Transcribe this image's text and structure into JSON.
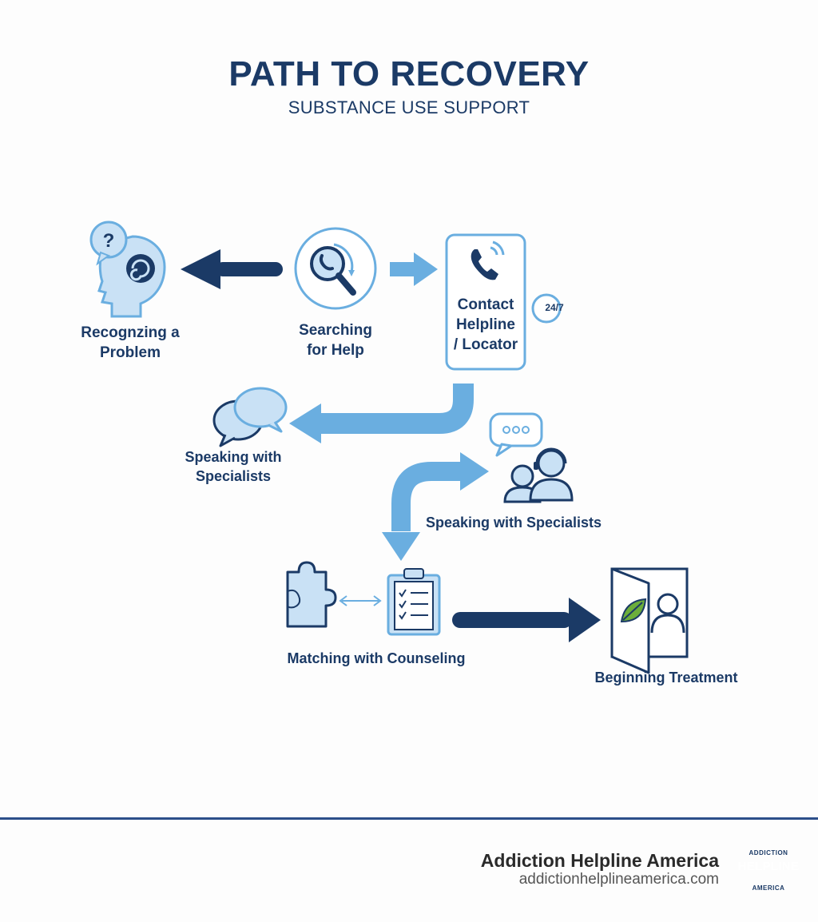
{
  "header": {
    "title": "PATH TO RECOVERY",
    "subtitle": "SUBSTANCE USE SUPPORT"
  },
  "steps": [
    {
      "id": "recognizing",
      "label_line1": "Recognzing a",
      "label_line2": "Problem",
      "icon": "head-question-icon"
    },
    {
      "id": "searching",
      "label_line1": "Searching",
      "label_line2": "for Help",
      "icon": "magnifier-phone-icon"
    },
    {
      "id": "contact",
      "label_line1": "Contact",
      "label_line2": "Helpline",
      "label_line3": "/ Locator",
      "badge": "24/7",
      "icon": "phone-icon"
    },
    {
      "id": "speaking-left",
      "label_line1": "Speaking with",
      "label_line2": "Specialists",
      "icon": "speech-bubbles-icon"
    },
    {
      "id": "speaking-right",
      "label_line1": "Speaking with Specialists",
      "icon": "specialists-headset-icon"
    },
    {
      "id": "matching",
      "label_line1": "Matching with Counseling",
      "icon": "puzzle-clipboard-icon"
    },
    {
      "id": "beginning",
      "label_line1": "Beginning Treatment",
      "icon": "door-leaf-person-icon"
    }
  ],
  "footer": {
    "org_name": "Addiction Helpline America",
    "url": "addictionhelplineamerica.com",
    "logo_top": "ADDICTION",
    "logo_middle": "HELPLINE",
    "logo_bottom": "AMERICA"
  },
  "colors": {
    "navy": "#1b3a66",
    "light_blue": "#6aaee0",
    "pale_blue": "#c9e1f5",
    "leaf_green": "#6cae3a"
  }
}
